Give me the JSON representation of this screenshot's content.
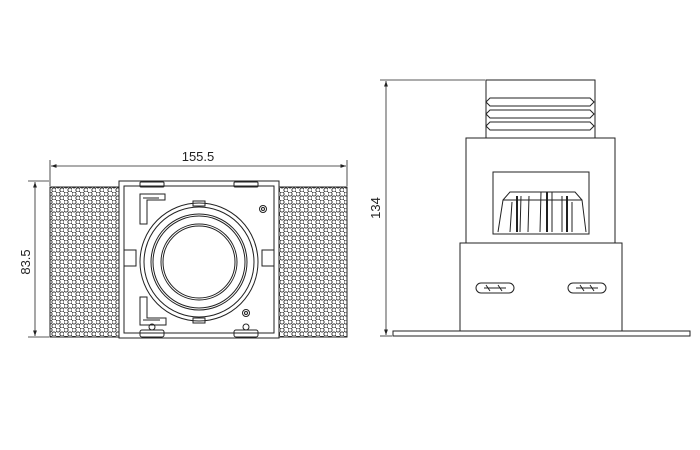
{
  "dimensions": {
    "front_width": "155.5",
    "front_height": "83.5",
    "side_height": "134"
  },
  "colors": {
    "line": "#222222",
    "background": "#ffffff"
  }
}
